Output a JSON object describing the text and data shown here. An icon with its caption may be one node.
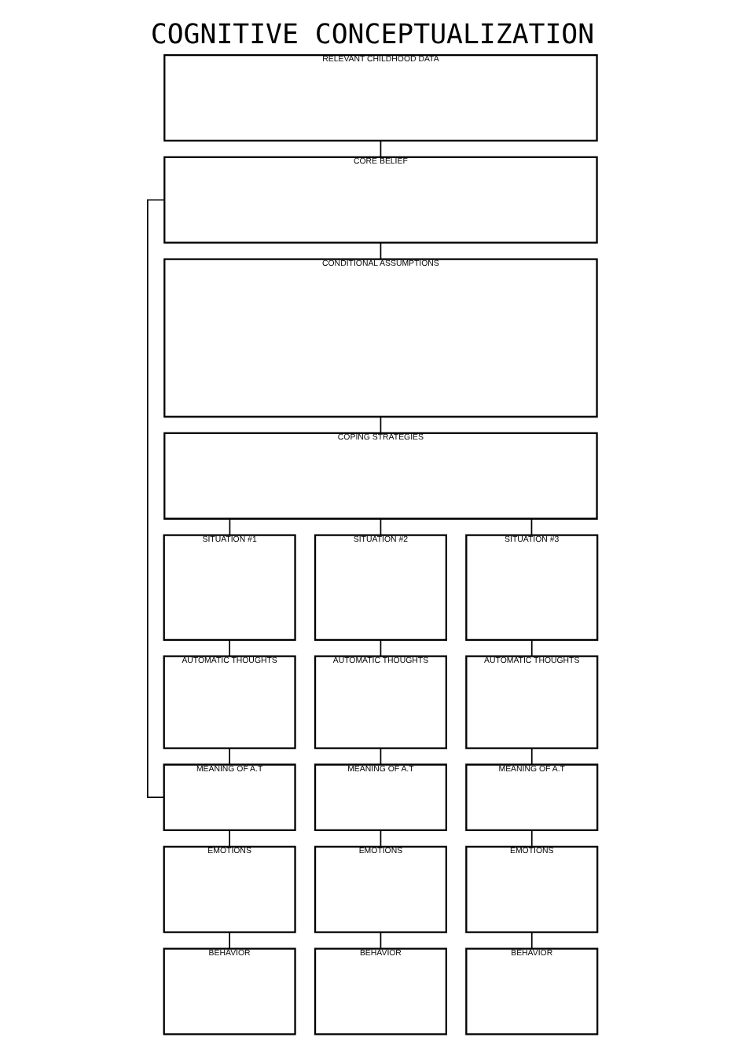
{
  "diagram": {
    "title": "COGNITIVE CONCEPTUALIZATION",
    "nodes": [
      {
        "text": [
          "RELEVANT CHILDHOOD DATA"
        ]
      },
      {
        "text": [
          "CORE BELIEF"
        ]
      },
      {
        "text": [
          "CONDITIONAL ASSUMPTIONS"
        ]
      },
      {
        "text": [
          "COPING STRATEGIES"
        ]
      },
      {
        "text": [
          "SITUATION #1"
        ]
      },
      {
        "text": [
          "SITUATION #2"
        ]
      },
      {
        "text": [
          "SITUATION #3"
        ]
      },
      {
        "text": [
          "AUTOMATIC THOUGHTS"
        ]
      },
      {
        "text": [
          "AUTOMATIC THOUGHTS"
        ]
      },
      {
        "text": [
          "AUTOMATIC THOUGHTS"
        ]
      },
      {
        "text": [
          "MEANING OF A.T"
        ]
      },
      {
        "text": [
          "MEANING OF A.T"
        ]
      },
      {
        "text": [
          "MEANING OF A.T"
        ]
      },
      {
        "text": [
          "EMOTIONS"
        ]
      },
      {
        "text": [
          "EMOTIONS"
        ]
      },
      {
        "text": [
          "EMOTIONS"
        ]
      },
      {
        "text": [
          "BEHAVIOR"
        ]
      },
      {
        "text": [
          "BEHAVIOR"
        ]
      },
      {
        "text": [
          "BEHAVIOR"
        ]
      }
    ],
    "edges": [
      {
        "from": 0,
        "to": 1,
        "arrow": "none"
      },
      {
        "from": 1,
        "to": 2,
        "arrow": "none"
      },
      {
        "from": 2,
        "to": 3,
        "arrow": "none"
      },
      {
        "from": 3,
        "to": 4,
        "arrow": "none"
      },
      {
        "from": 3,
        "to": 5,
        "arrow": "none"
      },
      {
        "from": 3,
        "to": 6,
        "arrow": "none"
      },
      {
        "from": 4,
        "to": 7,
        "arrow": "none"
      },
      {
        "from": 5,
        "to": 8,
        "arrow": "none"
      },
      {
        "from": 6,
        "to": 9,
        "arrow": "none"
      },
      {
        "from": 7,
        "to": 10,
        "arrow": "none"
      },
      {
        "from": 8,
        "to": 11,
        "arrow": "none"
      },
      {
        "from": 9,
        "to": 12,
        "arrow": "none"
      },
      {
        "from": 10,
        "to": 13,
        "arrow": "none"
      },
      {
        "from": 11,
        "to": 14,
        "arrow": "none"
      },
      {
        "from": 12,
        "to": 15,
        "arrow": "none"
      },
      {
        "from": 13,
        "to": 16,
        "arrow": "none"
      },
      {
        "from": 14,
        "to": 17,
        "arrow": "none"
      },
      {
        "from": 15,
        "to": 18,
        "arrow": "none"
      },
      {
        "from": 1,
        "to": 10,
        "arrow": "none"
      }
    ]
  }
}
